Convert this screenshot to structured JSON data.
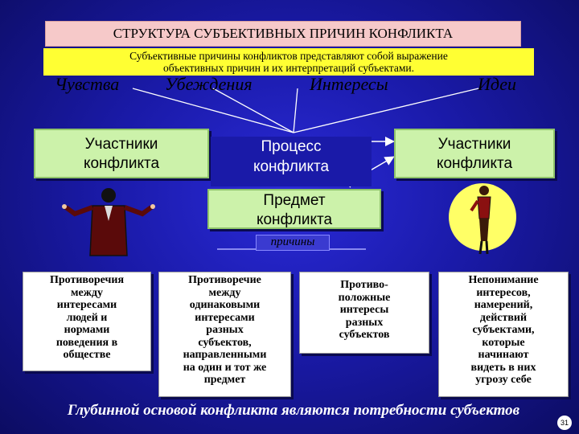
{
  "title": "СТРУКТУРА СУБЪЕКТИВНЫХ ПРИЧИН КОНФЛИКТА",
  "subtitle_line1": "Субъективные причины конфликтов представляют собой выражение",
  "subtitle_line2": "объективных причин и их интерпретаций субъектами.",
  "categories": [
    "Чувства",
    "Убеждения",
    "Интересы",
    "Идеи"
  ],
  "participants_left": [
    "Участники",
    "конфликта"
  ],
  "participants_right": [
    "Участники",
    "конфликта"
  ],
  "process": [
    "Процесс",
    "конфликта"
  ],
  "subject": [
    "Предмет",
    "конфликта"
  ],
  "reasons_label": "причины",
  "reason_boxes": [
    [
      "Противоречия",
      "между",
      "интересами",
      "людей и",
      "нормами",
      "поведения в",
      "обществе"
    ],
    [
      "Противоречие",
      "между",
      "одинаковыми",
      "интересами",
      "разных",
      "субъектов,",
      "направленными",
      "на один и тот же",
      "предмет"
    ],
    [
      "Противо-",
      "положные",
      "интересы",
      "разных",
      "субъектов"
    ],
    [
      "Непонимание",
      "интересов,",
      "намерений,",
      "действий",
      "субъектами,",
      "которые",
      "начинают",
      "видеть в них",
      "угрозу себе"
    ]
  ],
  "bottom_text": "Глубинной основой конфликта являются потребности субъектов",
  "page_number": "31",
  "colors": {
    "background": "#1a1aa8",
    "title_bg": "#f6c9c9",
    "subtitle_bg": "#ffff33",
    "box_green": "#ccf2aa",
    "circle_yellow": "#ffff66"
  }
}
